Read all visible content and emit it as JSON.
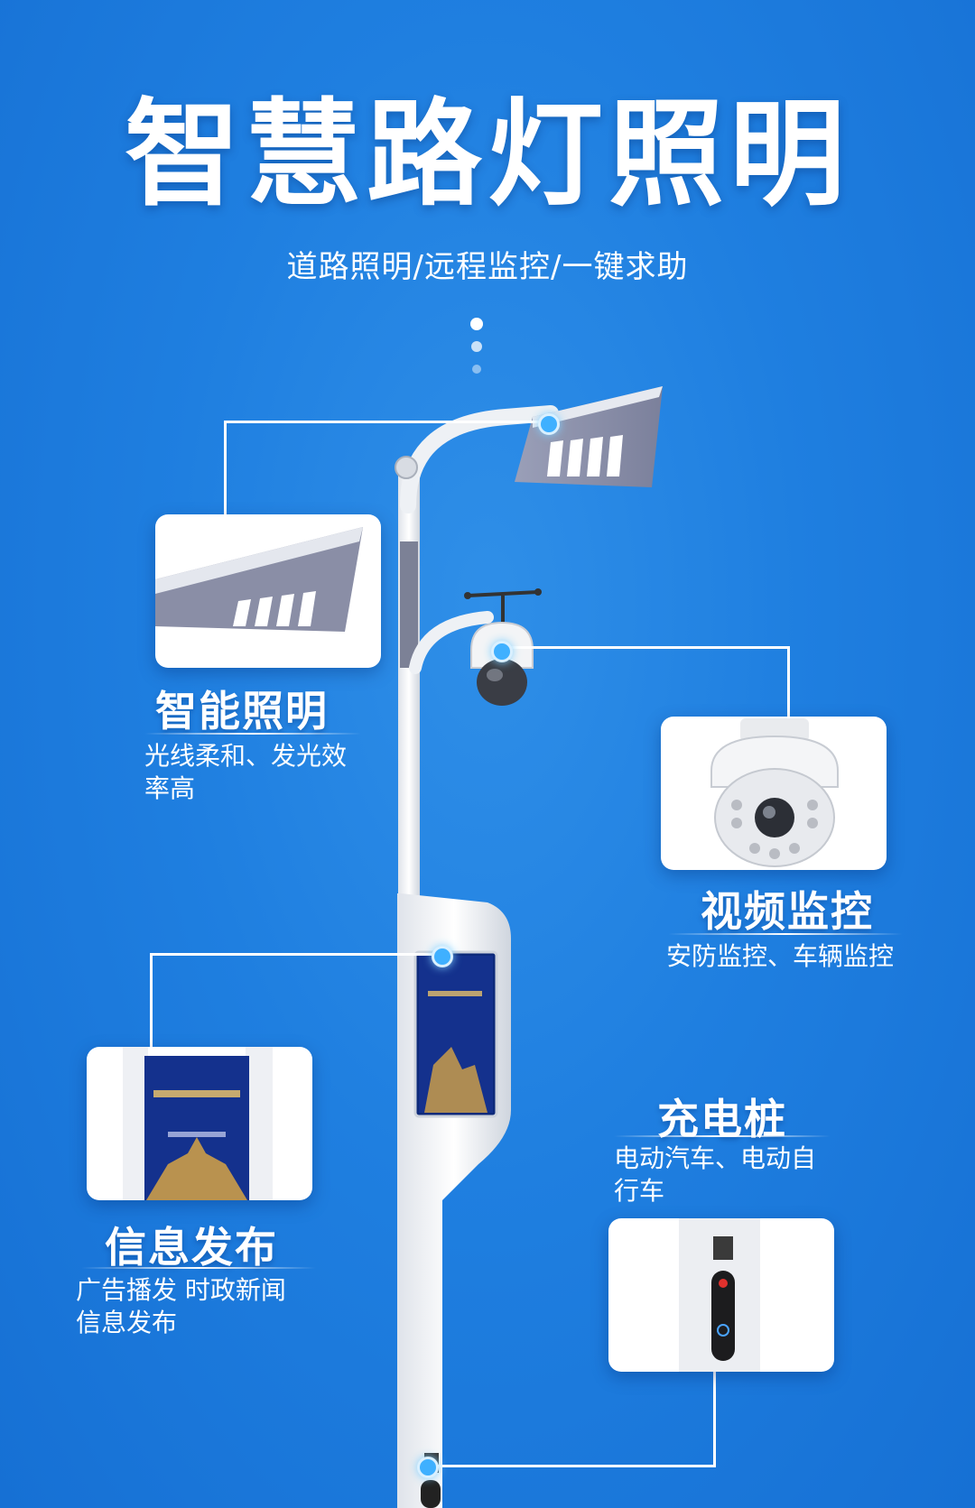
{
  "header": {
    "title": "智慧路灯照明",
    "subtitle": "道路照明/远程监控/一键求助"
  },
  "features": {
    "lighting": {
      "title": "智能照明",
      "desc_line1": "光线柔和、发光效",
      "desc_line2": "率高"
    },
    "video": {
      "title": "视频监控",
      "desc_line1": "安防监控、车辆监控"
    },
    "info": {
      "title": "信息发布",
      "desc_line1": "广告播发 时政新闻",
      "desc_line2": "信息发布"
    },
    "charging": {
      "title": "充电桩",
      "desc_line1": "电动汽车、电动自",
      "desc_line2": "行车"
    }
  },
  "icons": {
    "lamp_head": "street-lamp-head-icon",
    "camera": "dome-camera-icon",
    "screen": "display-screen-icon",
    "charger": "charging-pile-icon"
  },
  "colors": {
    "background": "#1f7fe0",
    "pole": "#f2f4f7",
    "lamp_grey": "#8a8ea6",
    "node": "#3fb0ff"
  }
}
